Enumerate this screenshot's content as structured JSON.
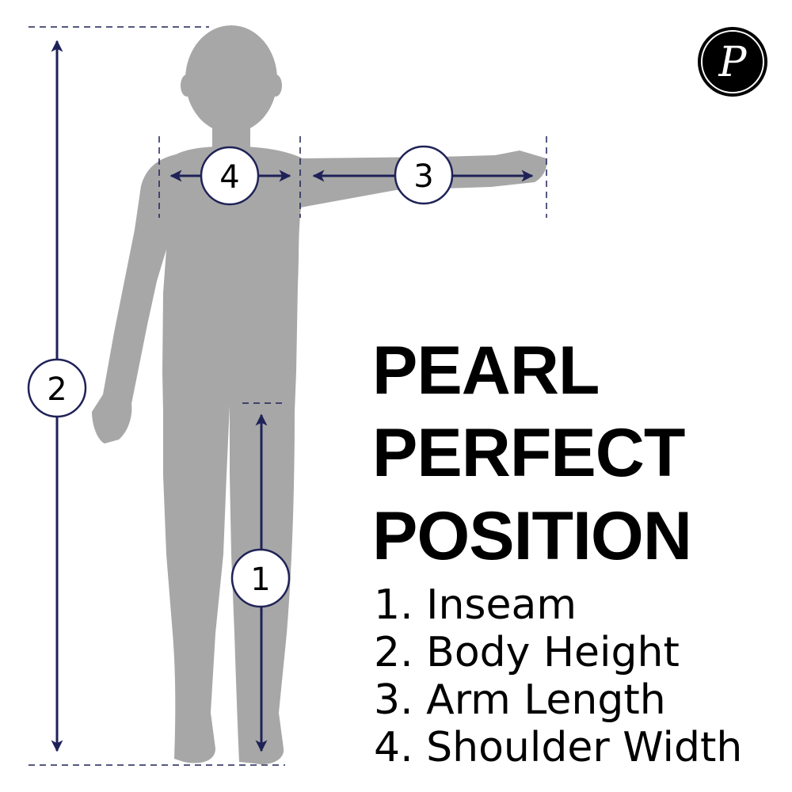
{
  "logo": {
    "letter": "P"
  },
  "title": {
    "line1": "PEARL",
    "line2": "PERFECT",
    "line3": "POSITION"
  },
  "legend": [
    "1. Inseam",
    "2. Body Height",
    "3. Arm Length",
    "4. Shoulder Width"
  ],
  "markers": [
    {
      "id": "1",
      "label": "1"
    },
    {
      "id": "2",
      "label": "2"
    },
    {
      "id": "3",
      "label": "3"
    },
    {
      "id": "4",
      "label": "4"
    }
  ],
  "colors": {
    "figure": "#a7a7a7",
    "arrow": "#1f2257",
    "text": "#000000",
    "background": "#ffffff"
  }
}
